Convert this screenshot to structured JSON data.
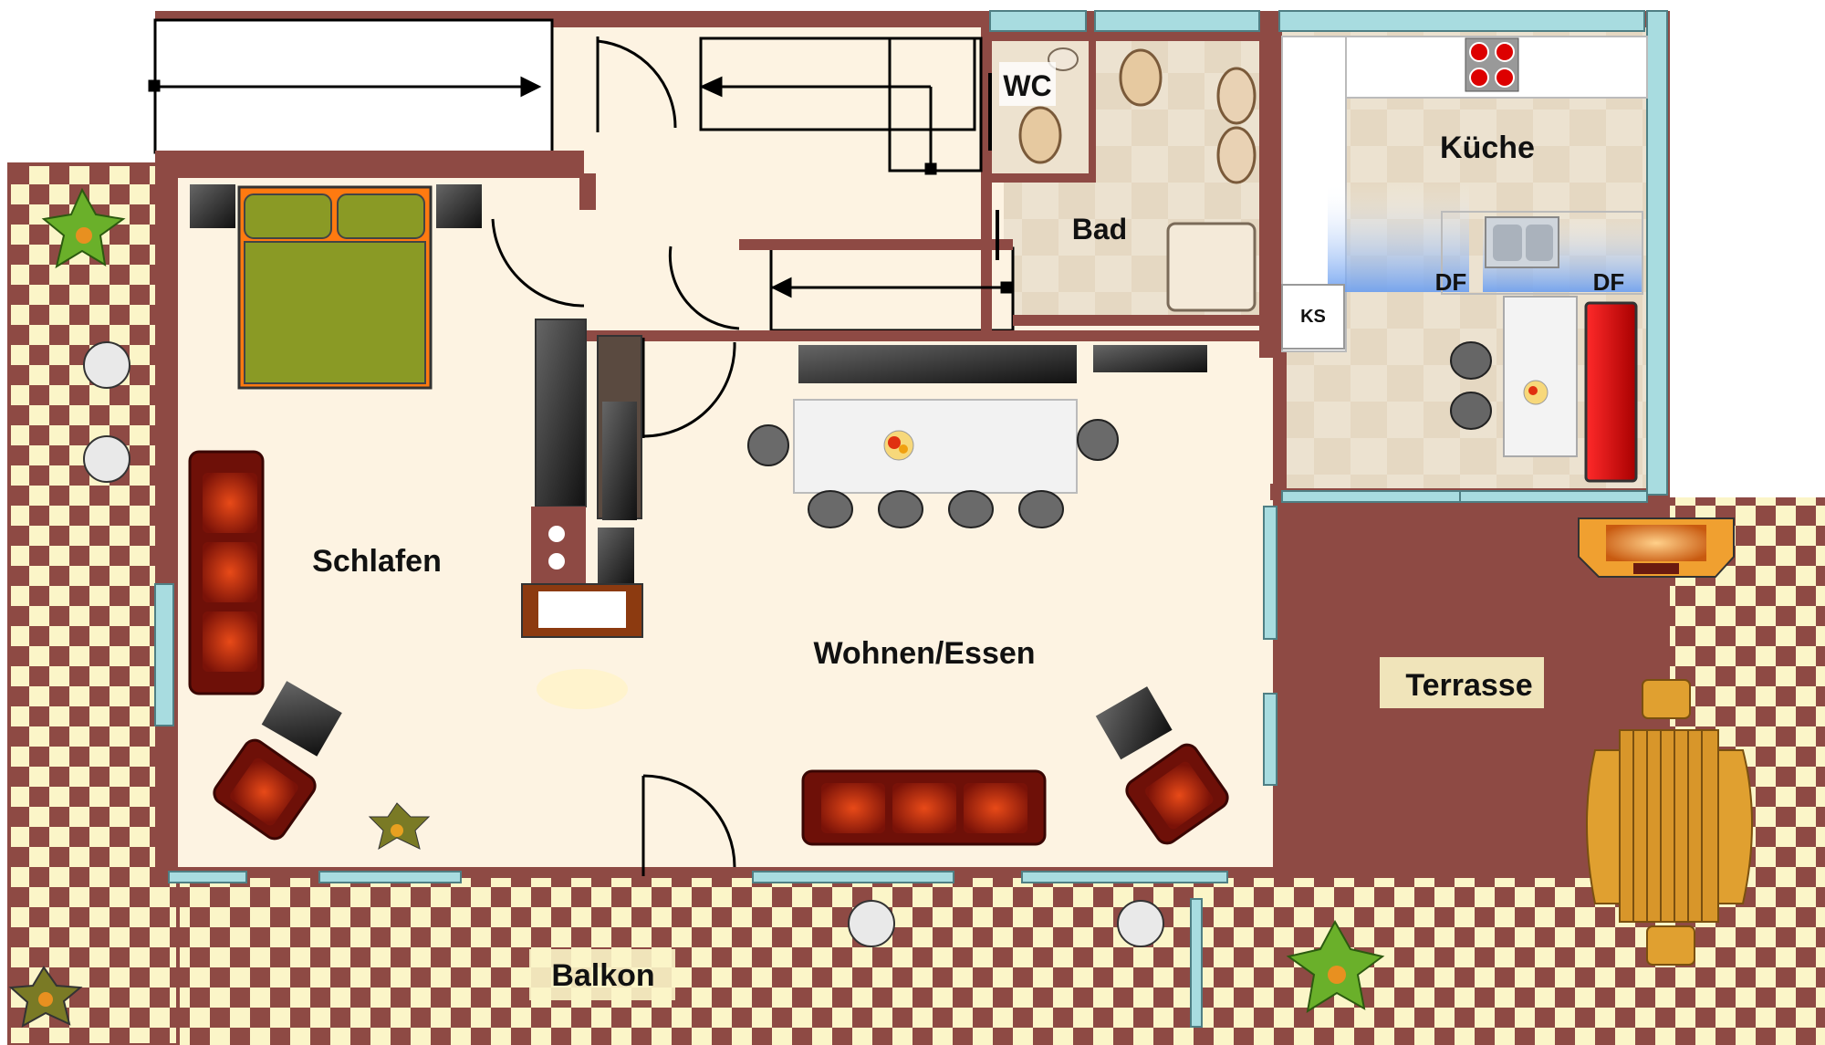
{
  "rooms": {
    "wc": "WC",
    "bad": "Bad",
    "kueche": "Küche",
    "schlafen": "Schlafen",
    "wohnen_essen": "Wohnen/Essen",
    "terrasse": "Terrasse",
    "balkon": "Balkon"
  },
  "fixtures": {
    "df_left": "DF",
    "df_right": "DF",
    "ks": "KS"
  },
  "colors": {
    "wall": "#8e4a44",
    "floor": "#fdf3e2",
    "tile_dark": "#8e4a44",
    "tile_light": "#fbf5c8",
    "kitchen_floor": "#ebe0ce",
    "window": "#a8dce0",
    "sofa": "#8c1b10",
    "bed": "#8a9a25",
    "outline": "#000000"
  }
}
